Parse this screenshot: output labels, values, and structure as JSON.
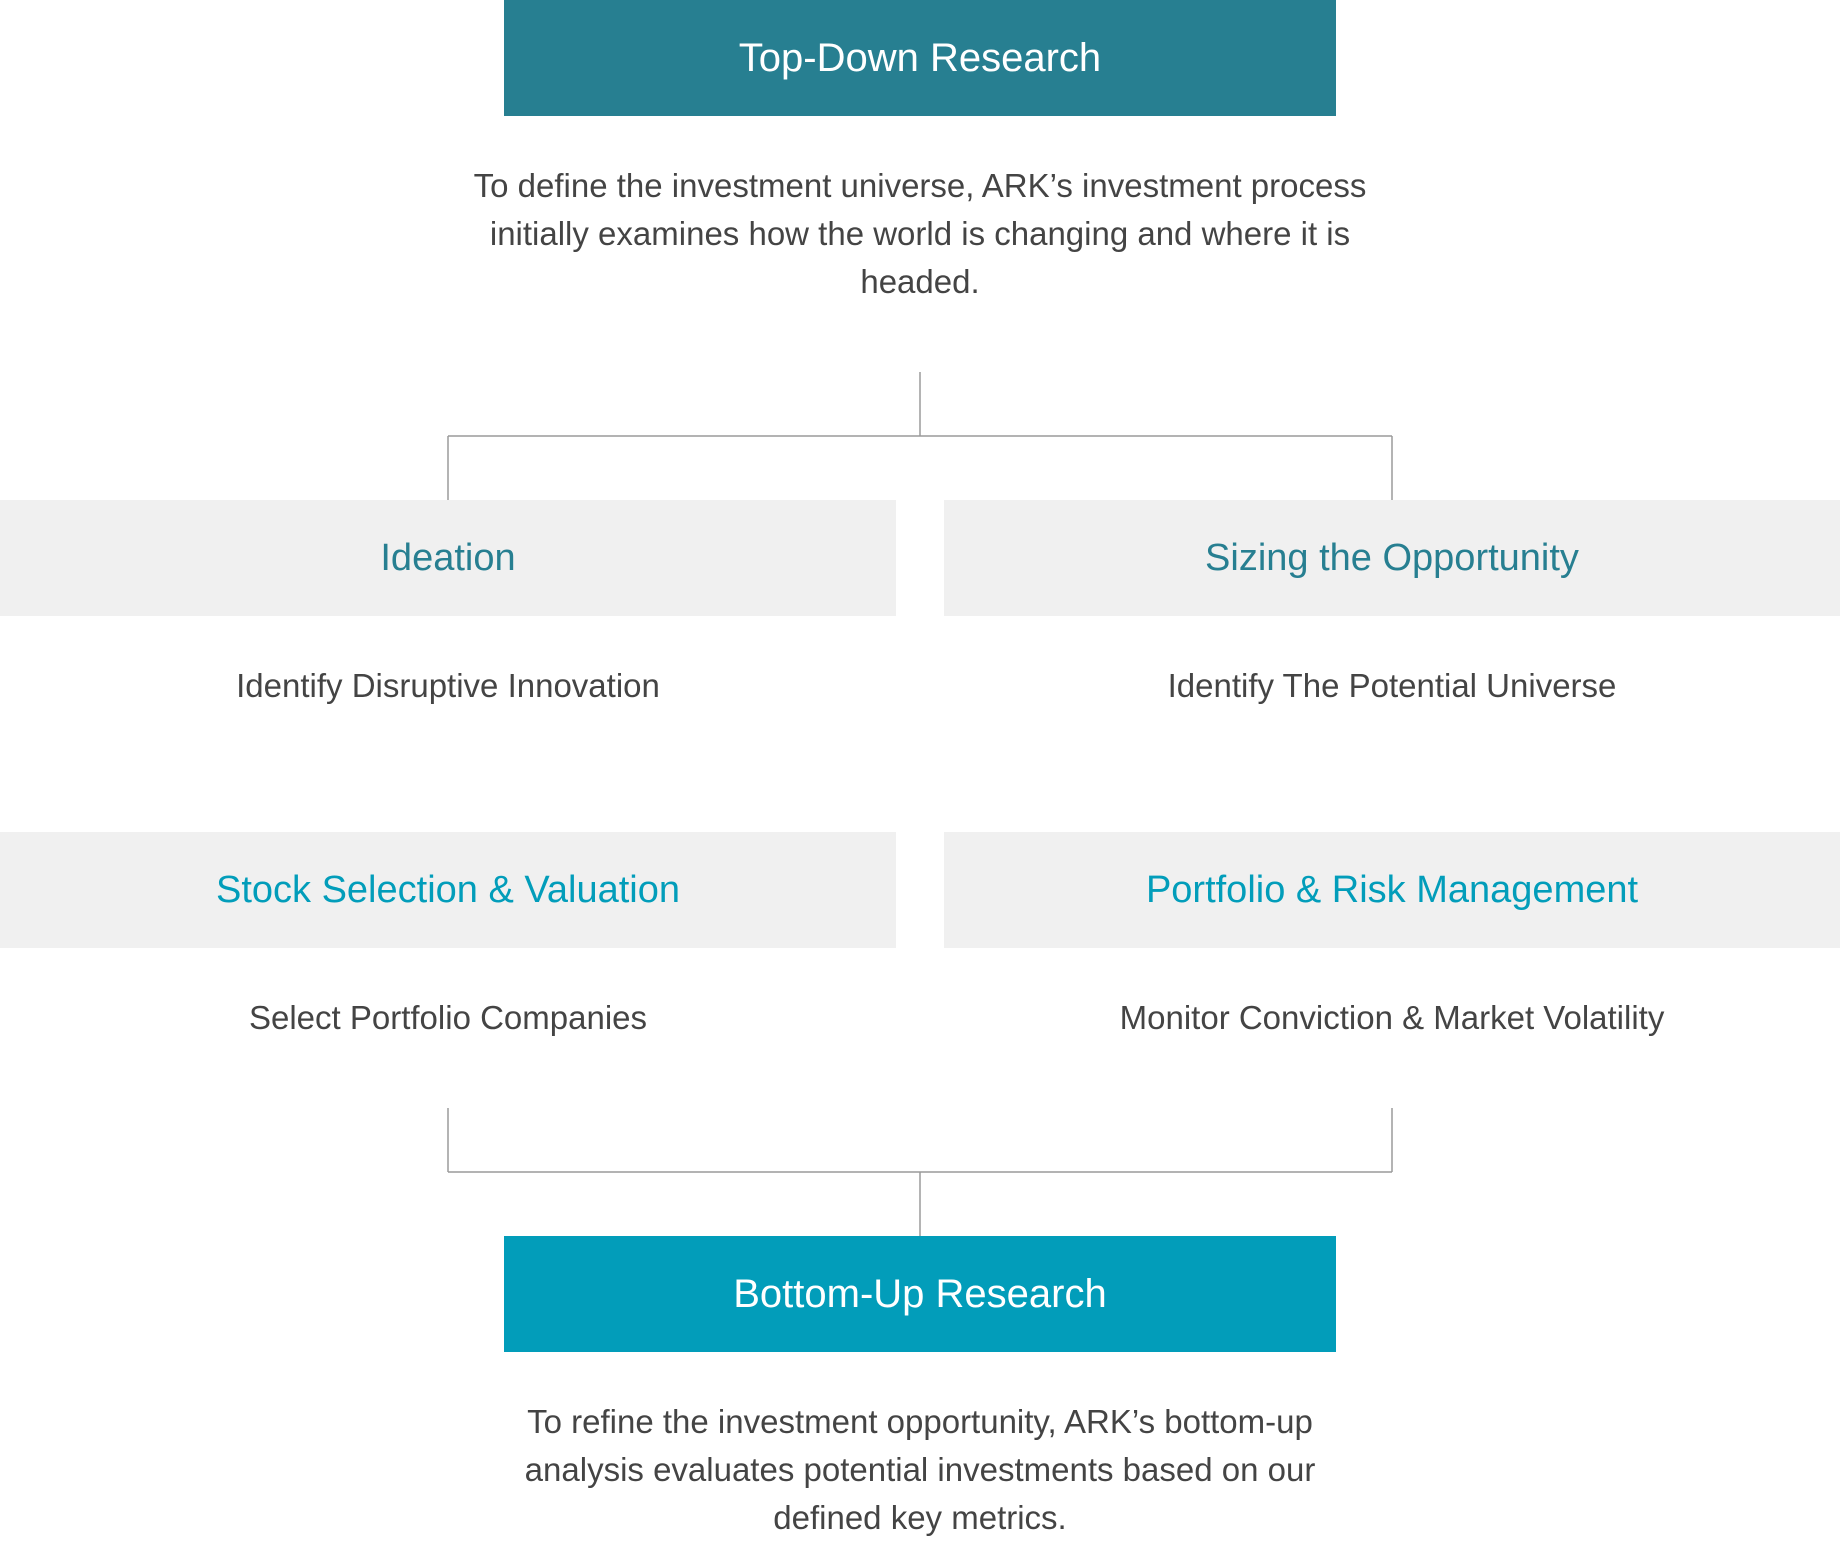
{
  "top": {
    "title": "Top-Down Research",
    "description": "To define the investment universe, ARK’s investment process initially examines how the world is changing and where it is headed."
  },
  "steps": [
    {
      "title": "Ideation",
      "subtitle": "Identify Disruptive Innovation",
      "title_color": "#277f91"
    },
    {
      "title": "Sizing the Opportunity",
      "subtitle": "Identify The Potential Universe",
      "title_color": "#277f91"
    },
    {
      "title": "Stock Selection & Valuation",
      "subtitle": "Select Portfolio Companies",
      "title_color": "#029dba"
    },
    {
      "title": "Portfolio & Risk Management",
      "subtitle": "Monitor Conviction & Market Volatility",
      "title_color": "#029dba"
    }
  ],
  "bottom": {
    "title": "Bottom-Up Research",
    "description": "To refine the investment opportunity, ARK’s bottom-up analysis evaluates potential investments based on our defined key metrics."
  },
  "colors": {
    "top_box": "#277f91",
    "bottom_box": "#029dba",
    "step_box_bg": "#f0f0f0",
    "body_text": "#444444",
    "connector": "#9a9a9a"
  }
}
